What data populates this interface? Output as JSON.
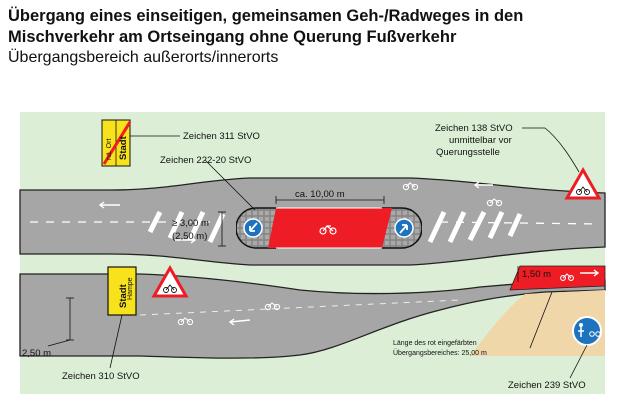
{
  "title_line1": "Übergang eines einseitigen, gemeinsamen Geh-/Radweges in den",
  "title_line2": "Mischverkehr am Ortseingang ohne Querung Fußverkehr",
  "subtitle": "Übergangsbereich außerorts/innerorts",
  "labels": {
    "sign311": "Zeichen 311 StVO",
    "sign222": "Zeichen 222-20 StVO",
    "sign138_1": "Zeichen 138 StVO",
    "sign138_2": "unmittelbar vor",
    "sign138_3": "Querungsstelle",
    "width_island": "ca. 10,00 m",
    "width_lane_1": "≥ 3,00 m",
    "width_lane_2": "(2,50 m)",
    "red_length": "1,50 m",
    "path_width": "2,50 m",
    "sign310": "Zeichen 310 StVO",
    "transition_1": "Länge des rot eingefärbten",
    "transition_2": "Übergangsbereiches: 25,00 m",
    "sign239": "Zeichen 239 StVO"
  },
  "sign_text": {
    "town_sign": "Stadt",
    "town_sign_sub": "Hampe",
    "exit_sign_1": "Stadt",
    "exit_sign_2": "nä. Ort"
  },
  "colors": {
    "road": "#a6a6a6",
    "grass": "#dcefd6",
    "red": "#ee1c24",
    "sign_yellow": "#f7e21b",
    "sign_blue": "#1e73be",
    "sand": "#efd7aa"
  }
}
